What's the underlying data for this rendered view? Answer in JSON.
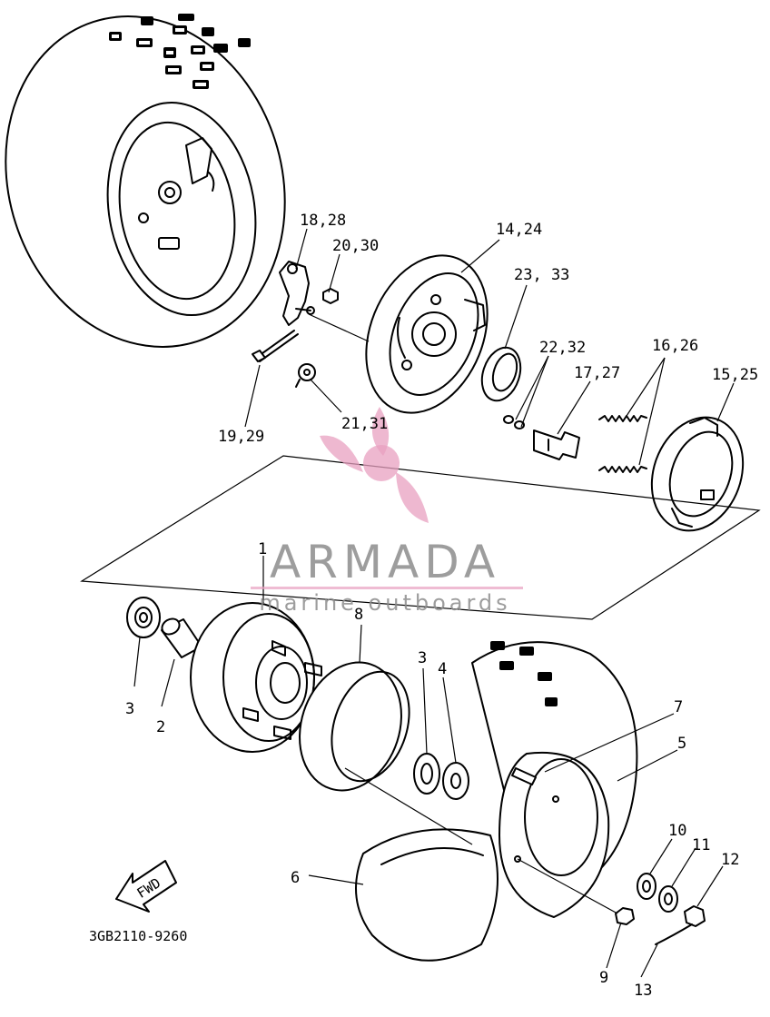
{
  "diagram": {
    "part_labels": {
      "p1": "1",
      "p2": "2",
      "p3a": "3",
      "p3b": "3",
      "p4": "4",
      "p5": "5",
      "p6": "6",
      "p7": "7",
      "p8": "8",
      "p9": "9",
      "p10": "10",
      "p11": "11",
      "p12": "12",
      "p13": "13",
      "p14_24": "14,24",
      "p15_25": "15,25",
      "p16_26": "16,26",
      "p17_27": "17,27",
      "p18_28": "18,28",
      "p19_29": "19,29",
      "p20_30": "20,30",
      "p21_31": "21,31",
      "p22_32": "22,32",
      "p23_33": "23, 33"
    },
    "direction_label": "FWD",
    "diagram_code": "3GB2110-9260"
  },
  "watermark": {
    "title": "ARMADA",
    "subtitle": "marine outboards",
    "color": "#e8a0c0"
  }
}
